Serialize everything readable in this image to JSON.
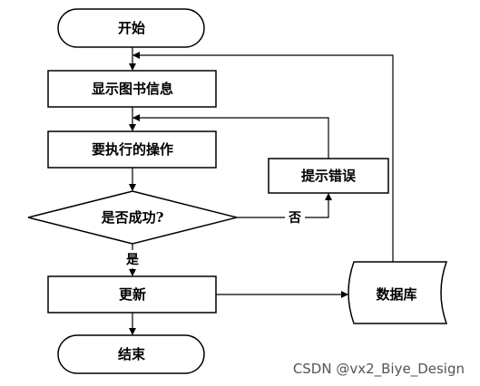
{
  "nodes": {
    "start": "开始",
    "display": "显示图书信息",
    "operation": "要执行的操作",
    "prompt_error": "提示错误",
    "decision": "是否成功?",
    "update": "更新",
    "end": "结束",
    "database": "数据库"
  },
  "edges": {
    "yes": "是",
    "no": "否"
  },
  "watermark": "CSDN @vx2_Biye_Design"
}
